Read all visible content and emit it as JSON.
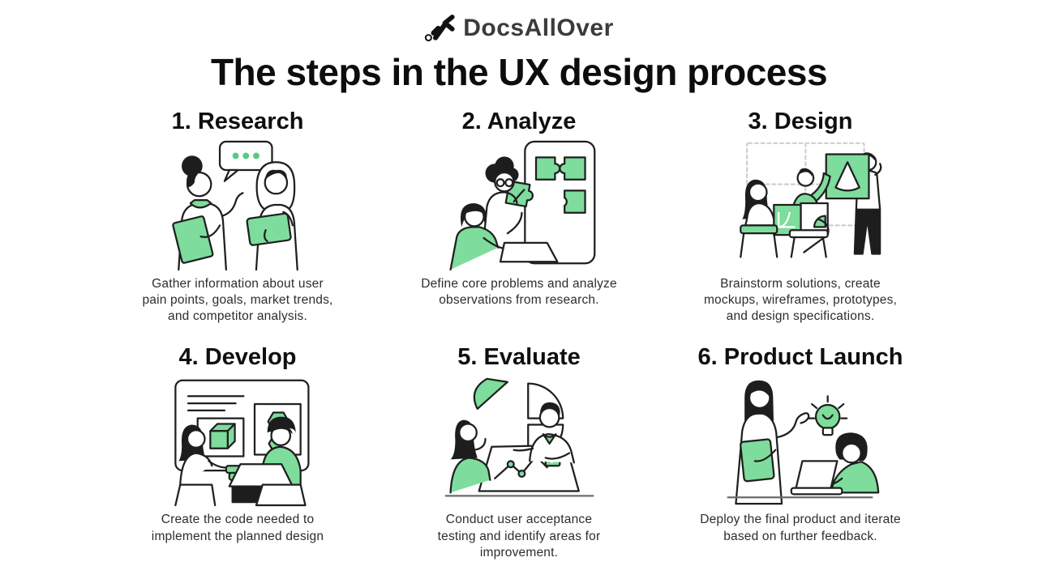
{
  "brand": {
    "name": "DocsAllOver",
    "icon": "docsallover-logo-icon"
  },
  "page": {
    "title": "The steps in the UX design process"
  },
  "colors": {
    "accent_green": "#7edc9c",
    "ink": "#1f1f1f",
    "logo_text": "#3b3b3b"
  },
  "steps": [
    {
      "title": "1. Research",
      "illustration": "two-people-discussing-illustration",
      "description": "Gather information about user\npain points, goals, market trends,\nand competitor analysis."
    },
    {
      "title": "2. Analyze",
      "illustration": "puzzle-pieces-on-board-illustration",
      "description": "Define core problems and analyze\nobservations from research."
    },
    {
      "title": "3. Design",
      "illustration": "team-presenting-mockups-illustration",
      "description": "Brainstorm solutions, create\nmockups, wireframes, prototypes,\nand design specifications."
    },
    {
      "title": "4. Develop",
      "illustration": "developers-coding-illustration",
      "description": "Create the code needed to\nimplement the planned design"
    },
    {
      "title": "5. Evaluate",
      "illustration": "chart-review-illustration",
      "description": "Conduct user acceptance\ntesting and identify areas for\nimprovement."
    },
    {
      "title": "6. Product Launch",
      "illustration": "feedback-idea-illustration",
      "description": "Deploy the final product and iterate\nbased on further feedback."
    }
  ]
}
